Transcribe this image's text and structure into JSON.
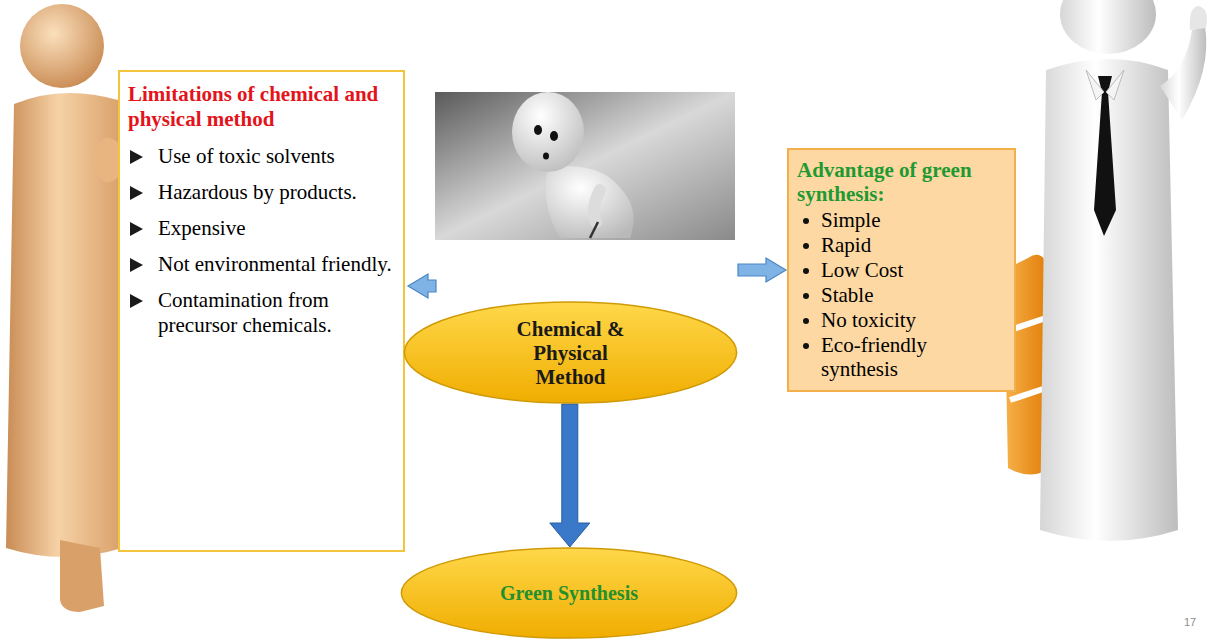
{
  "diagram": {
    "nodes": [
      {
        "text": [
          "Limitations of chemical and physical method",
          "Use of toxic solvents",
          "Hazardous by products.",
          "Expensive",
          "Not environmental friendly.",
          "Contamination from precursor chemicals."
        ]
      },
      {
        "text": [
          "Chemical & Physical Method"
        ]
      },
      {
        "text": [
          "Advantage of green synthesis:",
          "Simple",
          "Rapid",
          "Low Cost",
          "Stable",
          "No toxicity",
          "Eco-friendly synthesis"
        ]
      },
      {
        "text": [
          "Green Synthesis"
        ]
      }
    ],
    "edges": [
      {
        "from": 1,
        "to": 3,
        "arrow": "to"
      }
    ],
    "labels": [
      "17"
    ]
  }
}
